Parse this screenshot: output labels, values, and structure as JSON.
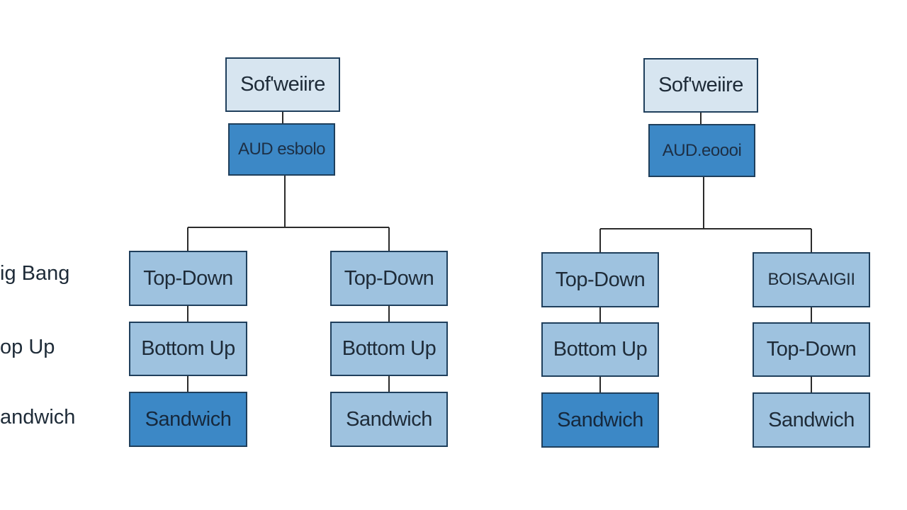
{
  "side_labels": [
    "ig Bang",
    "op Up",
    "andwich"
  ],
  "left_tree": {
    "root": "Sof'weiire",
    "middle": "AUD esbolo",
    "branches": [
      [
        "Top-Down",
        "Bottom Up",
        "Sandwich"
      ],
      [
        "Top-Down",
        "Bottom Up",
        "Sandwich"
      ]
    ]
  },
  "right_tree": {
    "root": "Sof'weiire",
    "middle": "AUD.eoooi",
    "branches": [
      [
        "Top-Down",
        "Bottom Up",
        "Sandwich"
      ],
      [
        "BOISAAIGII",
        "Top-Down",
        "Sandwich"
      ]
    ]
  },
  "colors": {
    "root_fill": "#d7e5f0",
    "middle_fill": "#3c88c6",
    "leaf_fill": "#9ec2df",
    "highlight_fill": "#3c88c6",
    "border": "#1f3f5c",
    "connector": "#2b2b2b"
  }
}
